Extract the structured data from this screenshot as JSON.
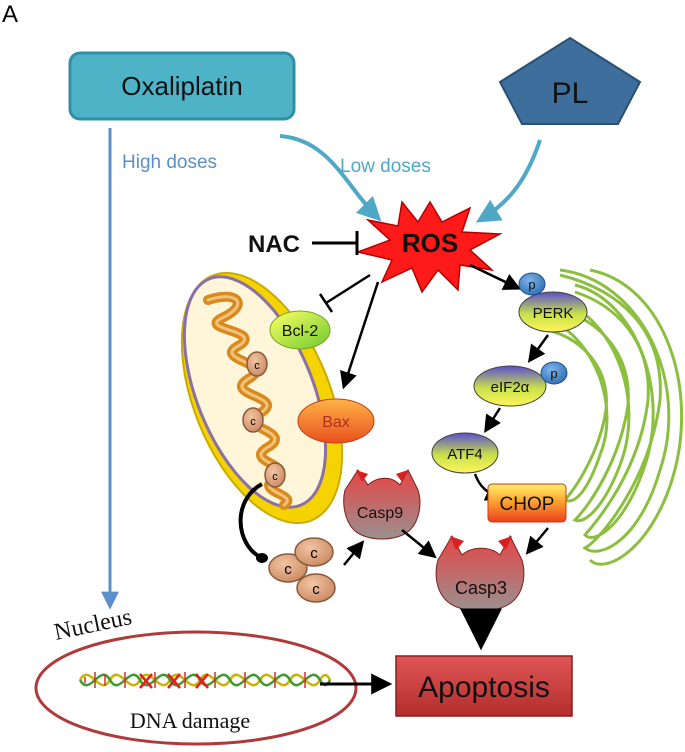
{
  "panel_letter": "A",
  "nodes": {
    "oxaliplatin": "Oxaliplatin",
    "pl": "PL",
    "ros": "ROS",
    "nac": "NAC",
    "bcl2": "Bcl-2",
    "bax": "Bax",
    "perk": "PERK",
    "eif2a": "eIF2α",
    "atf4": "ATF4",
    "chop": "CHOP",
    "casp9": "Casp9",
    "casp3": "Casp3",
    "apoptosis": "Apoptosis",
    "nucleus": "Nucleus",
    "dna_damage": "DNA  damage",
    "phospho": "p",
    "cytc": "c"
  },
  "edges": {
    "high_doses": "High doses",
    "low_doses": "Low doses"
  },
  "colors": {
    "oxaliplatin_fill": "#4FB3C8",
    "pl_fill": "#3D6E9C",
    "ros_fill": "#FF1A1A",
    "mito_outer": "#E8C400",
    "mito_inner": "#D98A1E",
    "er_green": "#8CBF3F",
    "apoptosis_fill": "#C73A3A",
    "arrow_blue": "#5B8FC9",
    "arrow_teal": "#4FA8C5"
  }
}
